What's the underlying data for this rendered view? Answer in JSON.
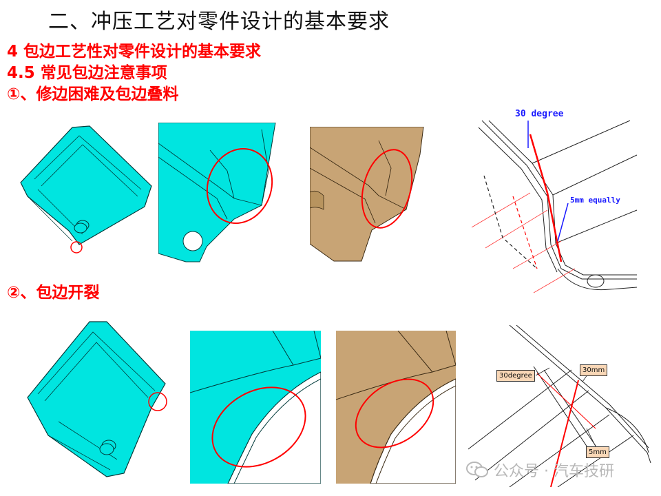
{
  "header": {
    "title": "二、冲压工艺对零件设计的基本要求"
  },
  "sections": {
    "line1": "4 包边工艺性对零件设计的基本要求",
    "line2": "4.5 常见包边注意事项",
    "line3": "①、修边困难及包边叠料",
    "line4": "②、包边开裂"
  },
  "annotations": {
    "deg30_top": "30 degree",
    "mm5_equally": "5mm equally",
    "deg30_bottom": "30degree",
    "mm30": "30mm",
    "mm5": "5mm"
  },
  "watermark": {
    "text": "公众号 · 汽车技研"
  },
  "colors": {
    "cyan": "#00e5e0",
    "tan": "#c8a475",
    "red": "#ff0000",
    "blue": "#1a1aff"
  }
}
